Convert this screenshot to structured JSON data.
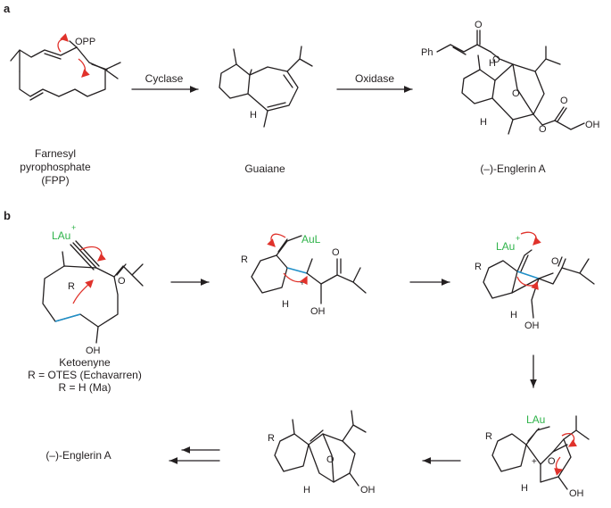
{
  "panel_a": {
    "letter": "a",
    "opp": "OPP",
    "fpp_name": [
      "Farnesyl",
      "pyrophosphate",
      "(FPP)"
    ],
    "cyclase": "Cyclase",
    "guaiane": "Guaiane",
    "oxidase": "Oxidase",
    "englerin_name": "(–)-Englerin A",
    "ph": "Ph",
    "o": "O",
    "h": "H",
    "oh": "OH"
  },
  "panel_b": {
    "letter": "b",
    "lau": "LAu",
    "plus": "+",
    "aul": "AuL",
    "r": "R",
    "o": "O",
    "h": "H",
    "oh": "OH",
    "ketoenyne": "Ketoenyne",
    "r_otes": "R = OTES (Echavarren)",
    "r_h": "R = H (Ma)",
    "product": "(–)-Englerin A"
  },
  "colors": {
    "red_arrow": "#e0322b",
    "gold_label": "#2fb34a",
    "new_bond": "#1f8fc8"
  }
}
